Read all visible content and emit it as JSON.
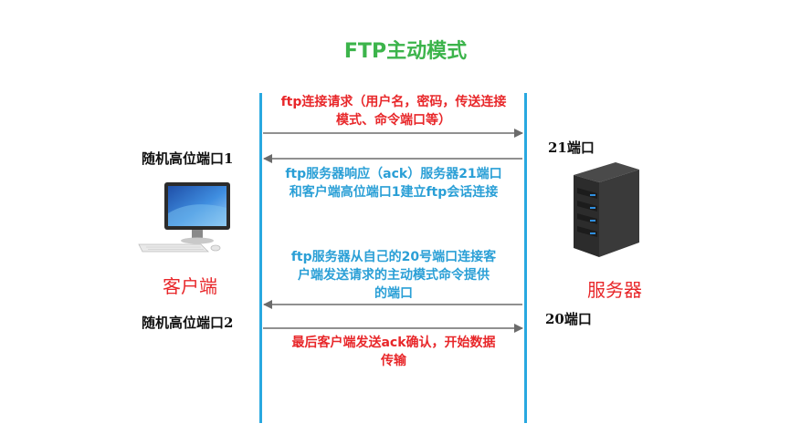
{
  "title": "FTP主动模式",
  "colors": {
    "title": "#3cb44b",
    "lines": "#29a8e0",
    "red_text": "#e8272a",
    "blue_text": "#2a9fd6",
    "arrow": "#6b6b6b",
    "role_text": "#e8272a"
  },
  "client": {
    "name": "客户端",
    "port1_label": "随机高位端口1",
    "port2_label": "随机高位端口2",
    "icon": "computer-monitor-icon"
  },
  "server": {
    "name": "服务器",
    "port21_label": "21端口",
    "port20_label": "20端口",
    "icon": "server-rack-icon"
  },
  "messages": [
    {
      "line1": "ftp连接请求（用户名，密码，传送连接",
      "line2": "模式、命令端口等）",
      "line3": "",
      "direction": "to-server"
    },
    {
      "line1": "ftp服务器响应（ack）服务器21端口",
      "line2": "和客户端高位端口1建立ftp会话连接",
      "line3": "",
      "direction": "to-client"
    },
    {
      "line1": "ftp服务器从自己的20号端口连接客",
      "line2": "户端发送请求的主动模式命令提供",
      "line3": "的端口",
      "direction": "to-client"
    },
    {
      "line1": "最后客户端发送ack确认，开始数据",
      "line2": "传输",
      "line3": "",
      "direction": "to-server"
    }
  ]
}
